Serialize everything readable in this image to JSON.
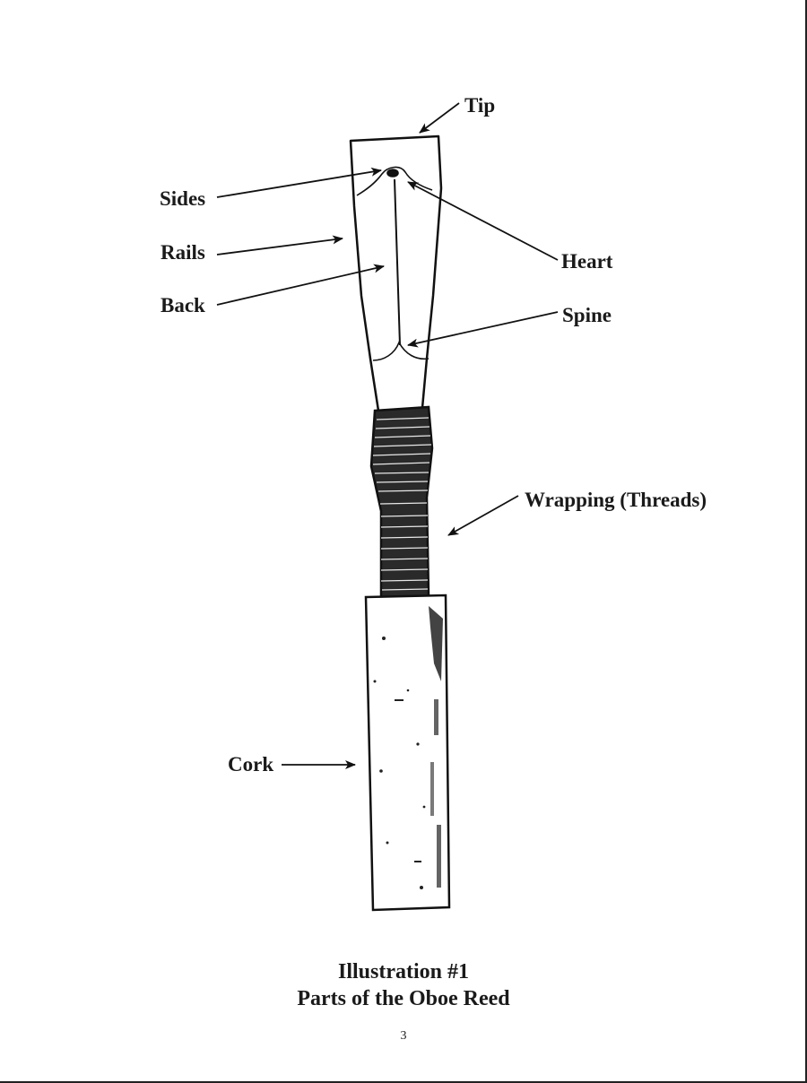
{
  "labels": {
    "tip": "Tip",
    "sides": "Sides",
    "rails": "Rails",
    "back": "Back",
    "heart": "Heart",
    "spine": "Spine",
    "wrapping": "Wrapping (Threads)",
    "cork": "Cork"
  },
  "caption": {
    "line1": "Illustration #1",
    "line2": "Parts of the Oboe Reed"
  },
  "page_number": "3"
}
